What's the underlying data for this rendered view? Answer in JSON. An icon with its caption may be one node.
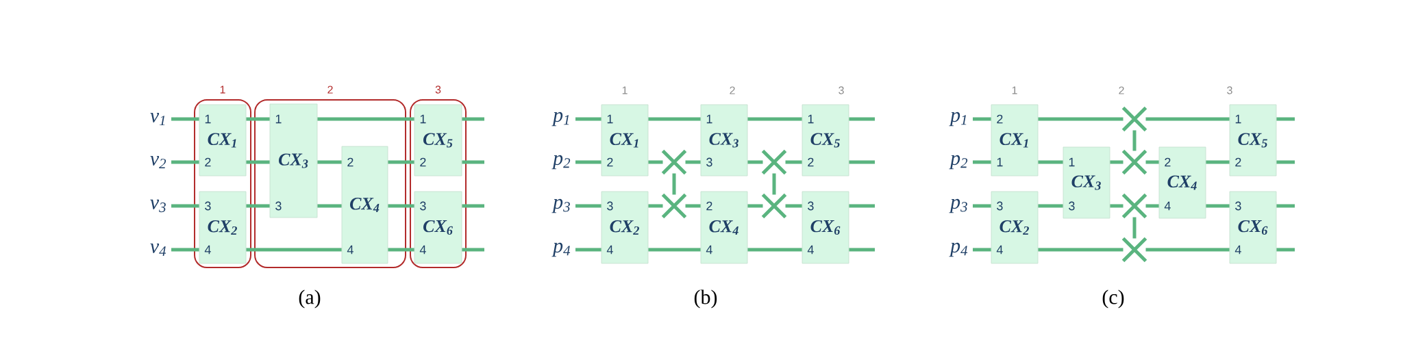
{
  "diagram": {
    "nodes": [
      {
        "text": [
          "v$_{1}$"
        ]
      },
      {
        "text": [
          "v$_{2}$"
        ]
      },
      {
        "text": [
          "v$_{3}$"
        ]
      },
      {
        "text": [
          "v$_{4}$"
        ]
      },
      {
        "text": [
          "1"
        ]
      },
      {
        "text": [
          "1",
          "CX$_{1}$",
          "2"
        ],
        "in": 4
      },
      {
        "text": [
          "3",
          "CX$_{2}$",
          "4"
        ],
        "in": 4
      },
      {
        "text": [
          "2"
        ]
      },
      {
        "text": [
          "1",
          "CX$_{3}$",
          "3"
        ],
        "in": 7
      },
      {
        "text": [
          "2",
          "CX$_{4}$",
          "4"
        ],
        "in": 7
      },
      {
        "text": [
          "3"
        ]
      },
      {
        "text": [
          "1",
          "CX$_{5}$",
          "2"
        ],
        "in": 10
      },
      {
        "text": [
          "3",
          "CX$_{6}$",
          "4"
        ],
        "in": 10
      },
      {
        "text": [
          "p$_{1}$"
        ]
      },
      {
        "text": [
          "p$_{2}$"
        ]
      },
      {
        "text": [
          "p$_{3}$"
        ]
      },
      {
        "text": [
          "p$_{4}$"
        ]
      },
      {
        "text": [
          "1",
          "CX$_{1}$",
          "2"
        ]
      },
      {
        "text": [
          "3",
          "CX$_{2}$",
          "4"
        ]
      },
      {
        "text": [],
        "shape": "cross"
      },
      {
        "text": [],
        "shape": "cross"
      },
      {
        "text": [
          "1",
          "CX$_{3}$",
          "3"
        ]
      },
      {
        "text": [
          "2",
          "CX$_{4}$",
          "4"
        ]
      },
      {
        "text": [],
        "shape": "cross"
      },
      {
        "text": [],
        "shape": "cross"
      },
      {
        "text": [
          "1",
          "CX$_{5}$",
          "2"
        ]
      },
      {
        "text": [
          "3",
          "CX$_{6}$",
          "4"
        ]
      },
      {
        "text": [
          "p$_{1}$"
        ]
      },
      {
        "text": [
          "p$_{2}$"
        ]
      },
      {
        "text": [
          "p$_{3}$"
        ]
      },
      {
        "text": [
          "p$_{4}$"
        ]
      },
      {
        "text": [
          "2",
          "CX$_{1}$",
          "1"
        ]
      },
      {
        "text": [
          "3",
          "CX$_{2}$",
          "4"
        ]
      },
      {
        "text": [
          "1",
          "CX$_{3}$",
          "3"
        ]
      },
      {
        "text": [],
        "shape": "cross"
      },
      {
        "text": [],
        "shape": "cross"
      },
      {
        "text": [],
        "shape": "cross"
      },
      {
        "text": [],
        "shape": "cross"
      },
      {
        "text": [
          "2",
          "CX$_{4}$",
          "4"
        ]
      },
      {
        "text": [
          "1",
          "CX$_{5}$",
          "2"
        ]
      },
      {
        "text": [
          "3",
          "CX$_{6}$",
          "4"
        ]
      }
    ],
    "edges": [
      {
        "from": 0,
        "to": 5,
        "arrow": "none"
      },
      {
        "from": 5,
        "to": 8,
        "arrow": "none"
      },
      {
        "from": 8,
        "to": 11,
        "arrow": "none"
      },
      {
        "from": 11,
        "to": null,
        "arrow": "none"
      },
      {
        "from": 1,
        "to": 5,
        "arrow": "none"
      },
      {
        "from": 5,
        "to": 8,
        "arrow": "none"
      },
      {
        "from": 8,
        "to": 9,
        "arrow": "none"
      },
      {
        "from": 9,
        "to": 11,
        "arrow": "none"
      },
      {
        "from": 11,
        "to": null,
        "arrow": "none"
      },
      {
        "from": 2,
        "to": 6,
        "arrow": "none"
      },
      {
        "from": 6,
        "to": 8,
        "arrow": "none"
      },
      {
        "from": 8,
        "to": 9,
        "arrow": "none"
      },
      {
        "from": 9,
        "to": 12,
        "arrow": "none"
      },
      {
        "from": 12,
        "to": null,
        "arrow": "none"
      },
      {
        "from": 3,
        "to": 6,
        "arrow": "none"
      },
      {
        "from": 6,
        "to": 9,
        "arrow": "none"
      },
      {
        "from": 9,
        "to": 12,
        "arrow": "none"
      },
      {
        "from": 12,
        "to": null,
        "arrow": "none"
      },
      {
        "from": 13,
        "to": 17,
        "arrow": "none"
      },
      {
        "from": 17,
        "to": 21,
        "arrow": "none"
      },
      {
        "from": 21,
        "to": 25,
        "arrow": "none"
      },
      {
        "from": 25,
        "to": null,
        "arrow": "none"
      },
      {
        "from": 14,
        "to": 17,
        "arrow": "none"
      },
      {
        "from": 17,
        "to": 19,
        "arrow": "none"
      },
      {
        "from": 19,
        "to": 21,
        "arrow": "none"
      },
      {
        "from": 21,
        "to": 23,
        "arrow": "none"
      },
      {
        "from": 23,
        "to": 25,
        "arrow": "none"
      },
      {
        "from": 25,
        "to": null,
        "arrow": "none"
      },
      {
        "from": 15,
        "to": 18,
        "arrow": "none"
      },
      {
        "from": 18,
        "to": 20,
        "arrow": "none"
      },
      {
        "from": 20,
        "to": 22,
        "arrow": "none"
      },
      {
        "from": 22,
        "to": 24,
        "arrow": "none"
      },
      {
        "from": 24,
        "to": 26,
        "arrow": "none"
      },
      {
        "from": 26,
        "to": null,
        "arrow": "none"
      },
      {
        "from": 16,
        "to": 18,
        "arrow": "none"
      },
      {
        "from": 18,
        "to": 22,
        "arrow": "none"
      },
      {
        "from": 22,
        "to": 26,
        "arrow": "none"
      },
      {
        "from": 26,
        "to": null,
        "arrow": "none"
      },
      {
        "from": 19,
        "to": 20,
        "arrow": "none"
      },
      {
        "from": 23,
        "to": 24,
        "arrow": "none"
      },
      {
        "from": 27,
        "to": 31,
        "arrow": "none"
      },
      {
        "from": 31,
        "to": 34,
        "arrow": "none"
      },
      {
        "from": 34,
        "to": 39,
        "arrow": "none"
      },
      {
        "from": 39,
        "to": null,
        "arrow": "none"
      },
      {
        "from": 28,
        "to": 31,
        "arrow": "none"
      },
      {
        "from": 31,
        "to": 33,
        "arrow": "none"
      },
      {
        "from": 33,
        "to": 35,
        "arrow": "none"
      },
      {
        "from": 35,
        "to": 38,
        "arrow": "none"
      },
      {
        "from": 38,
        "to": 39,
        "arrow": "none"
      },
      {
        "from": 39,
        "to": null,
        "arrow": "none"
      },
      {
        "from": 29,
        "to": 32,
        "arrow": "none"
      },
      {
        "from": 32,
        "to": 33,
        "arrow": "none"
      },
      {
        "from": 33,
        "to": 36,
        "arrow": "none"
      },
      {
        "from": 36,
        "to": 38,
        "arrow": "none"
      },
      {
        "from": 38,
        "to": 40,
        "arrow": "none"
      },
      {
        "from": 40,
        "to": null,
        "arrow": "none"
      },
      {
        "from": 30,
        "to": 32,
        "arrow": "none"
      },
      {
        "from": 32,
        "to": 37,
        "arrow": "none"
      },
      {
        "from": 37,
        "to": 40,
        "arrow": "none"
      },
      {
        "from": 40,
        "to": null,
        "arrow": "none"
      },
      {
        "from": 34,
        "to": 35,
        "arrow": "none"
      },
      {
        "from": 36,
        "to": 37,
        "arrow": "none"
      }
    ],
    "labels": [
      "1",
      "2",
      "3",
      "1",
      "2",
      "3",
      "(a)",
      "(b)",
      "(c)"
    ]
  }
}
